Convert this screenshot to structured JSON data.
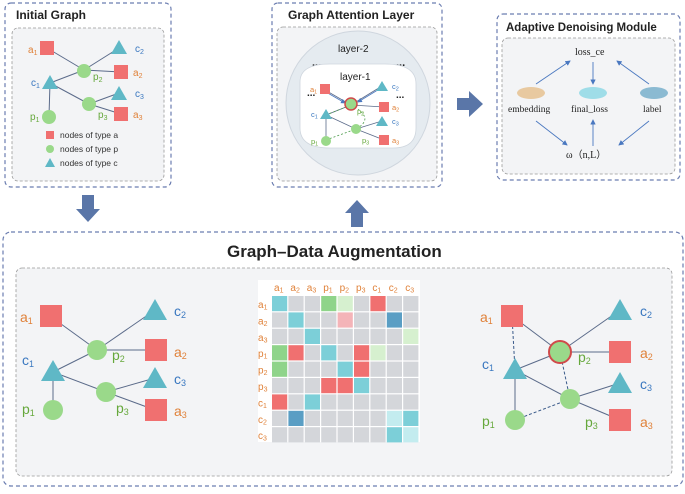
{
  "colors": {
    "red": "#f07070",
    "green": "#9ad98a",
    "teal": "#5fb8c6",
    "arrow": "#5a76a8",
    "panel_border": "#6b7db0",
    "panel_fill": "#f3f4f6",
    "label_orange": "#e0823a",
    "label_blue": "#3a78c0",
    "label_green": "#66a83c"
  },
  "initial_graph": {
    "title": "Initial Graph",
    "nodes": {
      "a1": {
        "letter": "a",
        "sub": "1"
      },
      "a2": {
        "letter": "a",
        "sub": "2"
      },
      "a3": {
        "letter": "a",
        "sub": "3"
      },
      "c1": {
        "letter": "c",
        "sub": "1"
      },
      "c2": {
        "letter": "c",
        "sub": "2"
      },
      "c3": {
        "letter": "c",
        "sub": "3"
      },
      "p1": {
        "letter": "p",
        "sub": "1"
      },
      "p2": {
        "letter": "p",
        "sub": "2"
      },
      "p3": {
        "letter": "p",
        "sub": "3"
      }
    },
    "legend": [
      {
        "shape": "square",
        "label": "nodes of type a"
      },
      {
        "shape": "circle",
        "label": "nodes of type p"
      },
      {
        "shape": "triangle",
        "label": "nodes of type c"
      }
    ]
  },
  "attention": {
    "title": "Graph Attention Layer",
    "layer2": "layer-2",
    "layer1": "layer-1",
    "dots": "..."
  },
  "denoise": {
    "title": "Adaptive Denoising Module",
    "loss_ce": "loss_ce",
    "embedding": "embedding",
    "final_loss": "final_loss",
    "label": "label",
    "omega": "ω（n,L）"
  },
  "augment": {
    "title": "Graph–Data Augmentation",
    "matrix_labels": [
      {
        "letter": "a",
        "sub": "1",
        "color": "orange"
      },
      {
        "letter": "a",
        "sub": "2",
        "color": "orange"
      },
      {
        "letter": "a",
        "sub": "3",
        "color": "orange"
      },
      {
        "letter": "p",
        "sub": "1",
        "color": "orange"
      },
      {
        "letter": "p",
        "sub": "2",
        "color": "orange"
      },
      {
        "letter": "p",
        "sub": "3",
        "color": "orange"
      },
      {
        "letter": "c",
        "sub": "1",
        "color": "orange"
      },
      {
        "letter": "c",
        "sub": "2",
        "color": "orange"
      },
      {
        "letter": "c",
        "sub": "3",
        "color": "orange"
      }
    ]
  }
}
